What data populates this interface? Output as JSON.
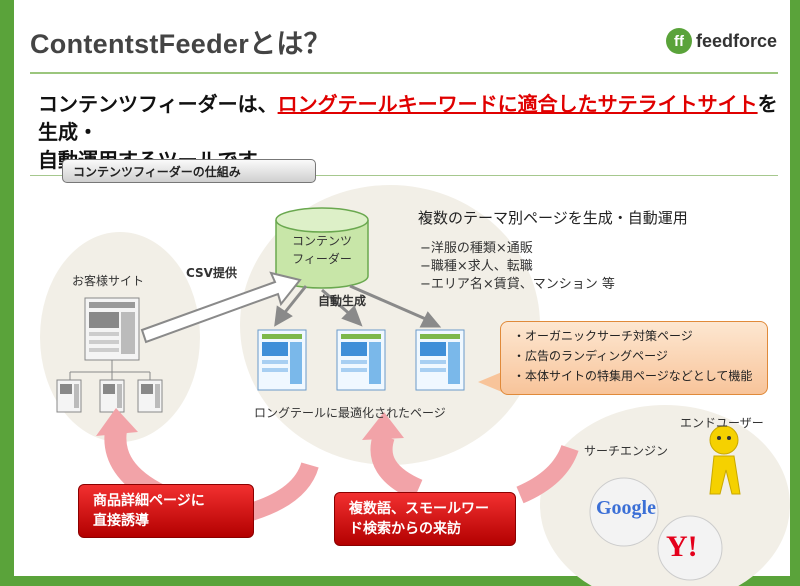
{
  "slide": {
    "title": "ContentstFeederとは？",
    "logo_text": "feedforce",
    "logo_mark": "ff",
    "headline_pre": "コンテンツフィーダーは、",
    "headline_highlight": "ロングテールキーワードに適合したサテライトサイト",
    "headline_post": "を生成・",
    "headline_line2": "自動運用するツールです。",
    "section_label": "コンテンツフィーダーの仕組み"
  },
  "diagram": {
    "customer_site": "お客様サイト",
    "csv_label": "CSV提供",
    "feeder_line1": "コンテンツ",
    "feeder_line2": "フィーダー",
    "auto_generate": "自動生成",
    "pages_caption": "ロングテールに最適化されたページ",
    "feature_title": "複数のテーマ別ページを生成・自動運用",
    "feature_items": [
      "−洋服の種類×通販",
      "−職種×求人、転職",
      "−エリア名×賃貸、マンション 等"
    ],
    "callout_items": [
      "・オーガニックサーチ対策ページ",
      "・広告のランディングページ",
      "・本体サイトの特集用ページなどとして機能"
    ],
    "end_user": "エンドユーザー",
    "search_engine": "サーチエンジン",
    "redbox1_line1": "商品詳細ページに",
    "redbox1_line2": "直接誘導",
    "redbox2_line1": "複数語、スモールワー",
    "redbox2_line2": "ド検索からの来訪",
    "google_logo": "Google",
    "yahoo_logo": "Y!"
  },
  "colors": {
    "frame_green": "#5aa33a",
    "highlight_red": "#e00000",
    "callout_orange": "#f8c49a",
    "redbox": "#d41414"
  }
}
